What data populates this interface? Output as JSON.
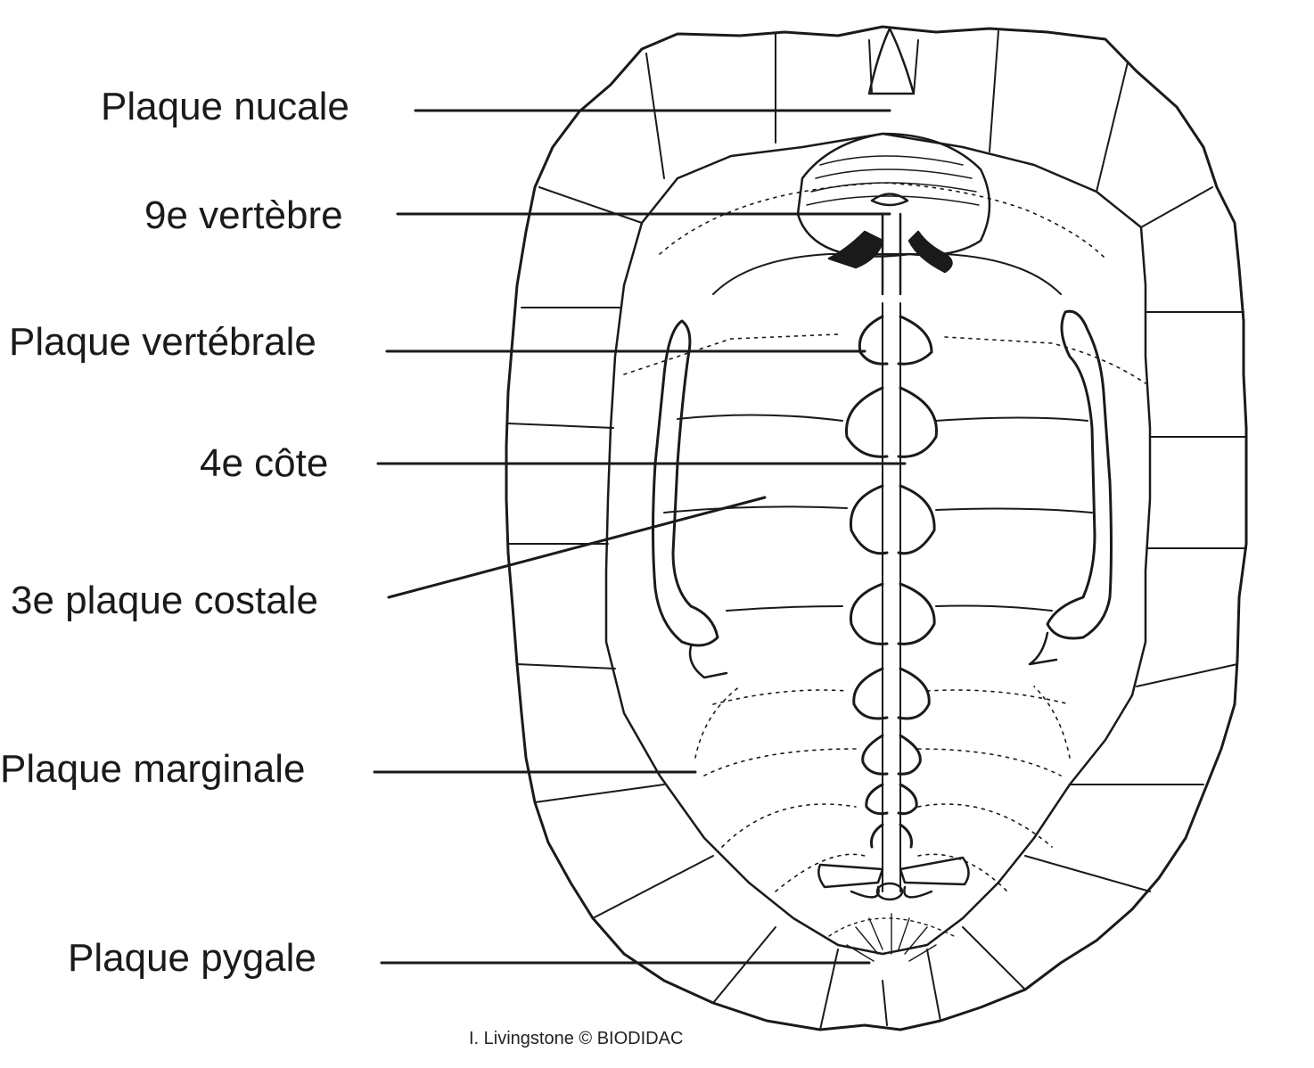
{
  "labels": {
    "nucale": "Plaque nucale",
    "vertebre9": "9e vertèbre",
    "vertebrale": "Plaque vertébrale",
    "cote4": "4e côte",
    "costale3": "3e plaque costale",
    "marginale": "Plaque marginale",
    "pygale": "Plaque pygale"
  },
  "credit": "I. Livingstone © BIODIDAC",
  "colors": {
    "ink": "#1a1a1a",
    "background": "#ffffff"
  }
}
